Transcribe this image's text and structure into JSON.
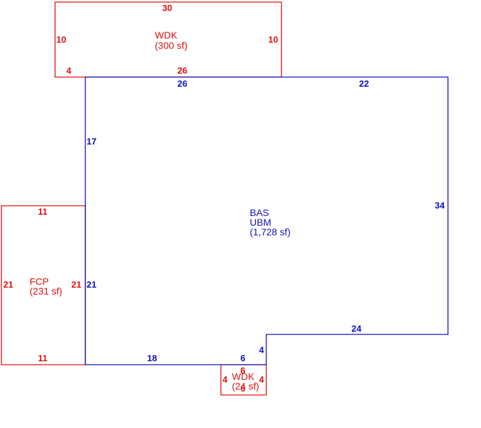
{
  "colors": {
    "red": "#dd1111",
    "blue": "#1111bb",
    "background": "#ffffff"
  },
  "areas": {
    "wdk_top": {
      "name": "WDK",
      "area": "(300 sf)",
      "dims": {
        "top": "30",
        "left": "10",
        "right": "10",
        "bottom_left": "4",
        "bottom": "26"
      }
    },
    "bas": {
      "name": "BAS",
      "sub": "UBM",
      "area": "(1,728 sf)",
      "dims": {
        "top_left": "26",
        "top_right": "22",
        "left": "17",
        "right": "34",
        "step_top": "24",
        "step_side": "4",
        "bottom_right": "6",
        "bottom_left": "18",
        "left_lower": "21"
      }
    },
    "fcp": {
      "name": "FCP",
      "area": "(231 sf)",
      "dims": {
        "top": "11",
        "bottom": "11",
        "left": "21",
        "right": "21"
      }
    },
    "wdk_bottom": {
      "name": "WDK",
      "area": "(24 sf)",
      "dims": {
        "top": "6",
        "bottom": "6",
        "left": "4",
        "right": "4"
      }
    }
  }
}
